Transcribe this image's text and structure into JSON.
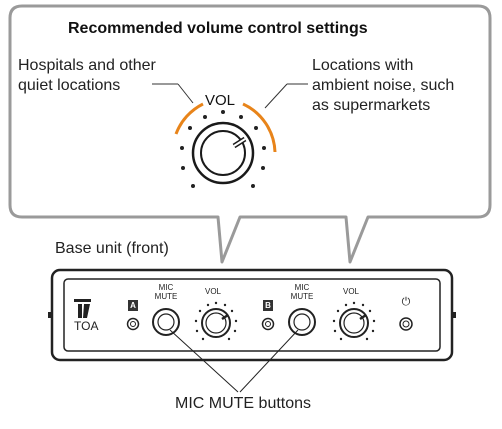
{
  "callout": {
    "title": "Recommended volume control settings",
    "quiet_label": "Hospitals and other\nquiet locations",
    "noise_label": "Locations with\nambient noise, such\nas supermarkets",
    "knob_label": "VOL"
  },
  "device": {
    "caption": "Base unit (front)",
    "brand": "TOA",
    "channel_a": "A",
    "channel_b": "B",
    "mic_mute_label": "MIC\nMUTE",
    "vol_label": "VOL",
    "power_symbol": "⏻"
  },
  "buttons_caption": "MIC MUTE buttons",
  "colors": {
    "accent_orange": "#e8841a",
    "line_gray": "#9a9a9a",
    "device_outline": "#222222"
  }
}
